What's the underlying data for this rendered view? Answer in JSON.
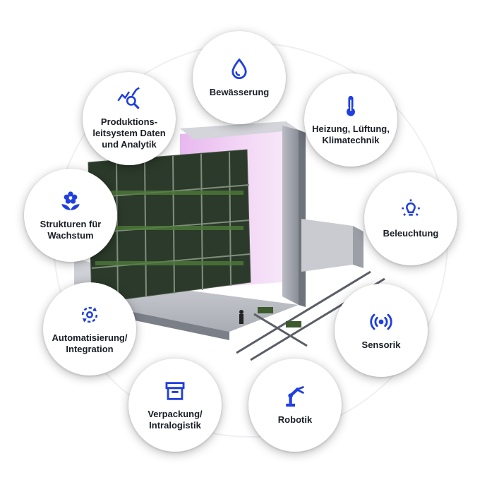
{
  "accent_color": "#1f3fe0",
  "nodes": [
    {
      "id": "bewaesserung",
      "label": "Bewässerung",
      "icon": "water-drop-icon"
    },
    {
      "id": "heizung",
      "label": "Heizung, Lüftung,\nKlimatechnik",
      "icon": "thermometer-icon"
    },
    {
      "id": "beleuchtung",
      "label": "Beleuchtung",
      "icon": "light-bulb-icon"
    },
    {
      "id": "sensorik",
      "label": "Sensorik",
      "icon": "signal-sensor-icon"
    },
    {
      "id": "robotik",
      "label": "Robotik",
      "icon": "robot-arm-icon"
    },
    {
      "id": "verpackung",
      "label": "Verpackung/\nIntralogistik",
      "icon": "archive-box-icon"
    },
    {
      "id": "automatisierung",
      "label": "Automatisierung/\nIntegration",
      "icon": "sync-gear-icon"
    },
    {
      "id": "strukturen",
      "label": "Strukturen für\nWachstum",
      "icon": "flower-icon"
    },
    {
      "id": "produktion",
      "label": "Produktions-\nleitsystem Daten\nund Analytik",
      "icon": "analytics-magnifier-icon"
    }
  ]
}
